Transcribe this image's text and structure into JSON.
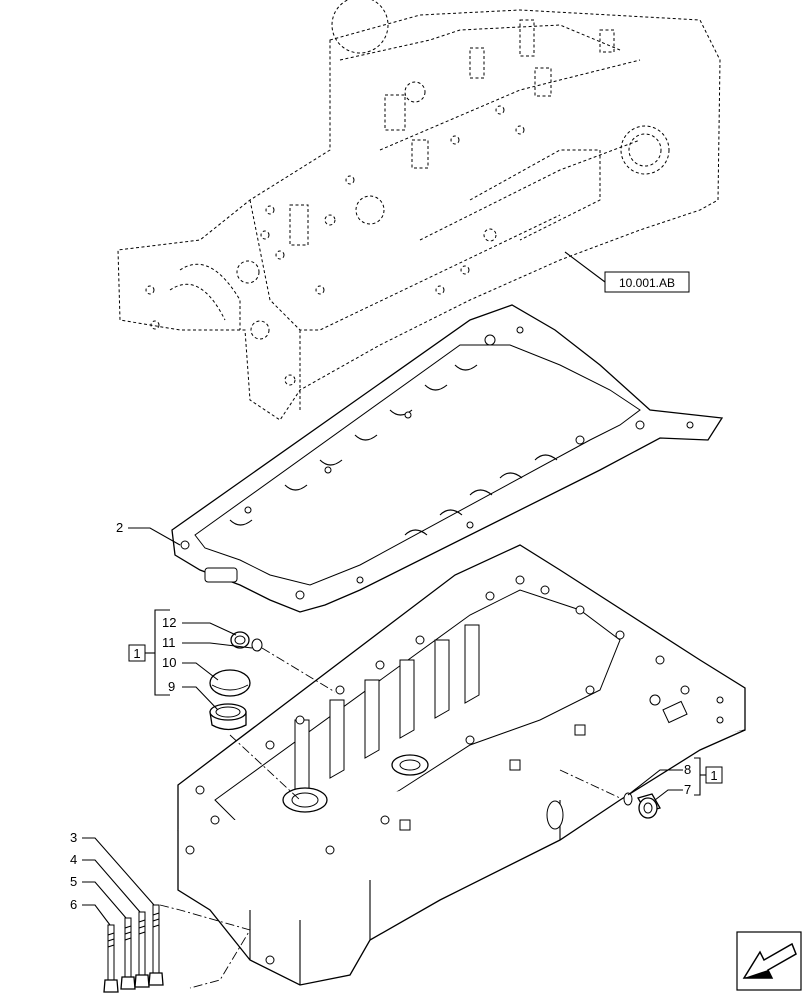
{
  "reference_box": {
    "label": "10.001.AB"
  },
  "group_box_left": {
    "label": "1"
  },
  "group_box_right": {
    "label": "1"
  },
  "callouts": {
    "c2": "2",
    "c12": "12",
    "c11": "11",
    "c10": "10",
    "c9": "9",
    "c8": "8",
    "c7": "7",
    "c3": "3",
    "c4": "4",
    "c5": "5",
    "c6": "6"
  },
  "nav_icon": "arrow-navigation-icon"
}
